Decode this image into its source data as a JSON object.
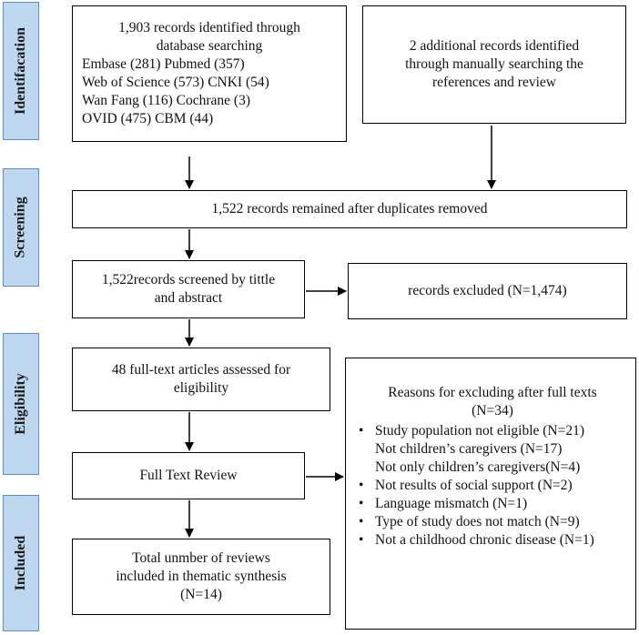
{
  "stages": {
    "identification": "Identifacation",
    "screening": "Screening",
    "eligibility": "Eligibility",
    "included": "Included"
  },
  "boxes": {
    "database_search": {
      "line1": "1,903 records identified through",
      "line2": "database searching",
      "sources": [
        "Embase (281) Pubmed (357)",
        "Web of Science (573) CNKI (54)",
        "Wan Fang (116) Cochrane (3)",
        "OVID (475) CBM (44)"
      ]
    },
    "manual_search": {
      "lines": [
        "2 additional records identified",
        "through manually searching the",
        "references and review"
      ]
    },
    "duplicates_removed": "1,522 records remained after duplicates removed",
    "screened": {
      "lines": [
        "1,522records screened by tittle",
        "and abstract"
      ]
    },
    "excluded": "records excluded (N=1,474)",
    "full_text_assessed": {
      "lines": [
        "48 full-text articles assessed for",
        "eligibility"
      ]
    },
    "full_text_review": "Full Text Review",
    "included_total": {
      "lines": [
        "Total unmber of reviews",
        "included in thematic synthesis",
        "(N=14)"
      ]
    },
    "exclusion_reasons": {
      "title": [
        "Reasons for excluding after full texts",
        "(N=34)"
      ],
      "items": [
        {
          "text": "Study population not eligible (N=21)",
          "bullet": true
        },
        {
          "text": "Not children’s caregivers (N=17)",
          "bullet": false
        },
        {
          "text": "Not only children’s caregivers(N=4)",
          "bullet": false
        },
        {
          "text": "Not results of social support (N=2)",
          "bullet": true
        },
        {
          "text": "Language mismatch (N=1)",
          "bullet": true
        },
        {
          "text": "Type of study does not match (N=9)",
          "bullet": true
        },
        {
          "text": "Not a childhood chronic disease (N=1)",
          "bullet": true
        }
      ]
    }
  }
}
